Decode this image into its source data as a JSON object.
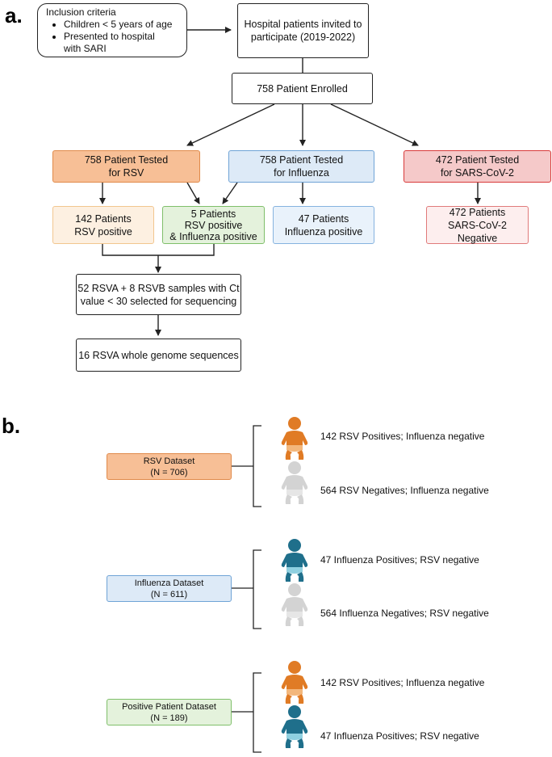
{
  "panels": {
    "a": "a.",
    "b": "b."
  },
  "panel_a": {
    "inclusion": {
      "title": "Inclusion criteria",
      "bullets": [
        "Children < 5 years of age",
        "Presented to hospital",
        "with SARI"
      ]
    },
    "invited": [
      "Hospital patients invited to",
      "participate (2019-2022)"
    ],
    "enrolled": "758 Patient Enrolled",
    "tested_rsv": [
      "758 Patient Tested",
      "for RSV"
    ],
    "tested_flu": [
      "758 Patient Tested",
      "for Influenza"
    ],
    "tested_sars": [
      "472 Patient Tested",
      "for SARS-CoV-2"
    ],
    "rsv_pos": [
      "142 Patients",
      "RSV positive"
    ],
    "coinf": [
      "5 Patients",
      "RSV positive",
      "& Influenza positive"
    ],
    "flu_pos": [
      "47 Patients",
      "Influenza positive"
    ],
    "sars_neg": [
      "472 Patients",
      "SARS-CoV-2 Negative"
    ],
    "selected": [
      "52 RSVA + 8 RSVB samples with Ct",
      "value < 30 selected for sequencing"
    ],
    "wgs": "16 RSVA whole genome sequences",
    "colors": {
      "rsv_fill": "#f7bf96",
      "rsv_border": "#e08a4a",
      "rsv_light_fill": "#fdf0e1",
      "rsv_light_border": "#f2c68f",
      "flu_fill": "#ddeaf7",
      "flu_border": "#6fa3d6",
      "flu_light_fill": "#e9f2fb",
      "flu_light_border": "#86b3df",
      "coinf_fill": "#e4f2dc",
      "coinf_border": "#7fbf6a",
      "sars_fill": "#f5c9c9",
      "sars_border": "#d83a3a",
      "sars_light_fill": "#fdeeee",
      "sars_light_border": "#e07a7a"
    }
  },
  "panel_b": {
    "datasets": [
      {
        "name": "RSV Dataset",
        "n": "(N = 706)",
        "fill": "#f7bf96",
        "border": "#e08a4a",
        "groups": [
          {
            "label": "142 RSV Positives; Influenza negative",
            "icon_color": "#e07b25",
            "diaper": "#f3b77c"
          },
          {
            "label": "564 RSV Negatives; Influenza negative",
            "icon_color": "#d3d3d3",
            "diaper": "#e6e6e6"
          }
        ]
      },
      {
        "name": "Influenza Dataset",
        "n": "(N = 611)",
        "fill": "#ddeaf7",
        "border": "#6fa3d6",
        "groups": [
          {
            "label": "47 Influenza Positives; RSV negative",
            "icon_color": "#1f6f8b",
            "diaper": "#8fd0e0"
          },
          {
            "label": "564 Influenza Negatives; RSV negative",
            "icon_color": "#d3d3d3",
            "diaper": "#e6e6e6"
          }
        ]
      },
      {
        "name": "Positive Patient Dataset",
        "n": "(N = 189)",
        "fill": "#e4f2dc",
        "border": "#7fbf6a",
        "groups": [
          {
            "label": "142 RSV Positives; Influenza negative",
            "icon_color": "#e07b25",
            "diaper": "#f3b77c"
          },
          {
            "label": "47 Influenza Positives; RSV negative",
            "icon_color": "#1f6f8b",
            "diaper": "#8fd0e0"
          }
        ]
      }
    ]
  }
}
